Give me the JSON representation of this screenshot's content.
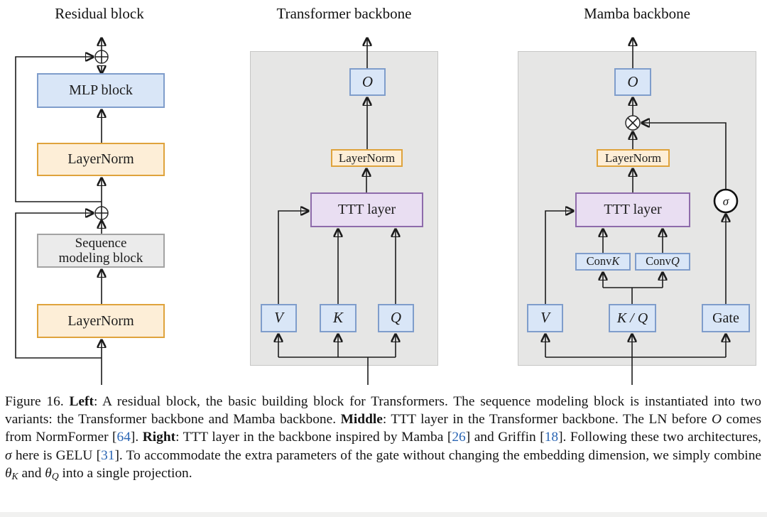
{
  "colors": {
    "blue_fill": "#d9e6f7",
    "blue_border": "#7f9dcb",
    "orange_fill": "#fdeed7",
    "orange_border": "#dfa33c",
    "purple_fill": "#e9def2",
    "purple_border": "#8e6bab",
    "gray_fill": "#ebebeb",
    "gray_border": "#a3a3a3",
    "panel_fill": "#e6e6e5",
    "panel_border": "#c6c6c5",
    "line": "#1b1b1b",
    "citation": "#2b66b4"
  },
  "titles": {
    "left": "Residual block",
    "middle": "Transformer backbone",
    "right": "Mamba backbone"
  },
  "residual": {
    "mlp": "MLP block",
    "layernorm_top": "LayerNorm",
    "seq_line1": "Sequence",
    "seq_line2": "modeling block",
    "layernorm_bottom": "LayerNorm"
  },
  "transformer": {
    "o": "O",
    "layernorm": "LayerNorm",
    "ttt": "TTT layer",
    "v": "V",
    "k": "K",
    "q": "Q"
  },
  "mamba": {
    "o": "O",
    "layernorm": "LayerNorm",
    "ttt": "TTT layer",
    "conv_prefix": "Conv ",
    "conv_k_var": "K",
    "conv_q_var": "Q",
    "v": "V",
    "kq": "K / Q",
    "gate": "Gate",
    "sigma": "σ"
  },
  "caption": {
    "segments": [
      {
        "t": "Figure 16. ",
        "s": "n"
      },
      {
        "t": "Left",
        "s": "b"
      },
      {
        "t": ": A residual block, the basic building block for Transformers. The sequence modeling block is instantiated into two variants: the Transformer backbone and Mamba backbone. ",
        "s": "n"
      },
      {
        "t": "Middle",
        "s": "b"
      },
      {
        "t": ": TTT layer in the Transformer backbone. The LN before ",
        "s": "n"
      },
      {
        "t": "O",
        "s": "i"
      },
      {
        "t": " comes from NormFormer [",
        "s": "n"
      },
      {
        "t": "64",
        "s": "c"
      },
      {
        "t": "]. ",
        "s": "n"
      },
      {
        "t": "Right",
        "s": "b"
      },
      {
        "t": ": TTT layer in the backbone inspired by Mamba [",
        "s": "n"
      },
      {
        "t": "26",
        "s": "c"
      },
      {
        "t": "] and Griffin [",
        "s": "n"
      },
      {
        "t": "18",
        "s": "c"
      },
      {
        "t": "]. Following these two architectures, ",
        "s": "n"
      },
      {
        "t": "σ",
        "s": "i"
      },
      {
        "t": " here is GELU [",
        "s": "n"
      },
      {
        "t": "31",
        "s": "c"
      },
      {
        "t": "]. To accommodate the extra parameters of the gate without changing the embedding dimension, we simply combine ",
        "s": "n"
      },
      {
        "t": "θ",
        "s": "i"
      },
      {
        "t": "K",
        "s": "sub"
      },
      {
        "t": " and ",
        "s": "n"
      },
      {
        "t": "θ",
        "s": "i"
      },
      {
        "t": "Q",
        "s": "sub"
      },
      {
        "t": " into a single projection.",
        "s": "n"
      }
    ]
  }
}
